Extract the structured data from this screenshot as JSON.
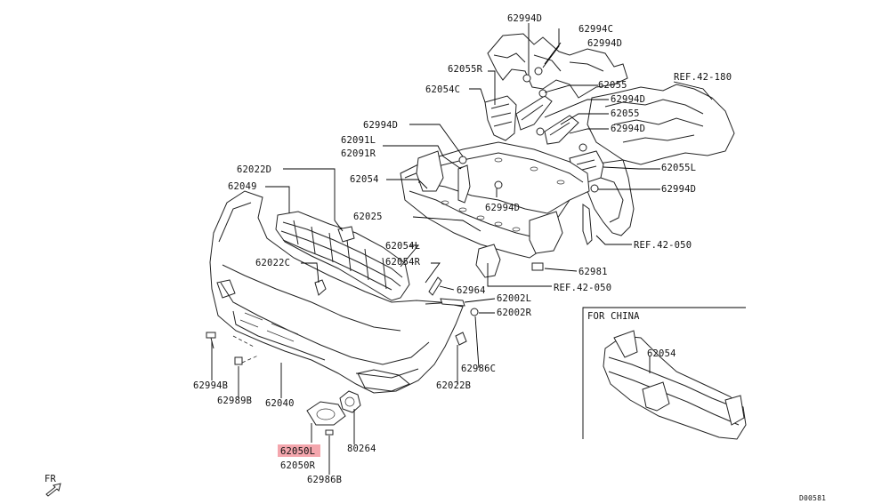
{
  "labels": {
    "p62994d_top": "62994D",
    "p62994c": "62994C",
    "p62994d_b": "62994D",
    "p62055r": "62055R",
    "ref42180": "REF.42-180",
    "p62055_a": "62055",
    "p62054c": "62054C",
    "p62994d_c": "62994D",
    "p62055_b": "62055",
    "p62994d_left": "62994D",
    "p62994d_d": "62994D",
    "p62091l": "62091L",
    "p62091r": "62091R",
    "p62055l": "62055L",
    "p62022d": "62022D",
    "p62054": "62054",
    "p62994d_e": "62994D",
    "p62049": "62049",
    "p62994d_f": "62994D",
    "p62025": "62025",
    "ref42050_a": "REF.42-050",
    "p62054l": "62054L",
    "p62054r": "62054R",
    "p62022c": "62022C",
    "p62981": "62981",
    "p62964": "62964",
    "ref42050_b": "REF.42-050",
    "p62002l": "62002L",
    "p62002r": "62002R",
    "for_china": "FOR CHINA",
    "p62054_china": "62054",
    "p62986c": "62986C",
    "p62994b": "62994B",
    "p62022b": "62022B",
    "p62989b": "62989B",
    "p62040": "62040",
    "p80264": "80264",
    "p62050l": "62050L",
    "p62050r": "62050R",
    "p62986b": "62986B",
    "fr": "FR",
    "drawing_id": "D00581"
  },
  "highlight_color": "#f4a6ad"
}
